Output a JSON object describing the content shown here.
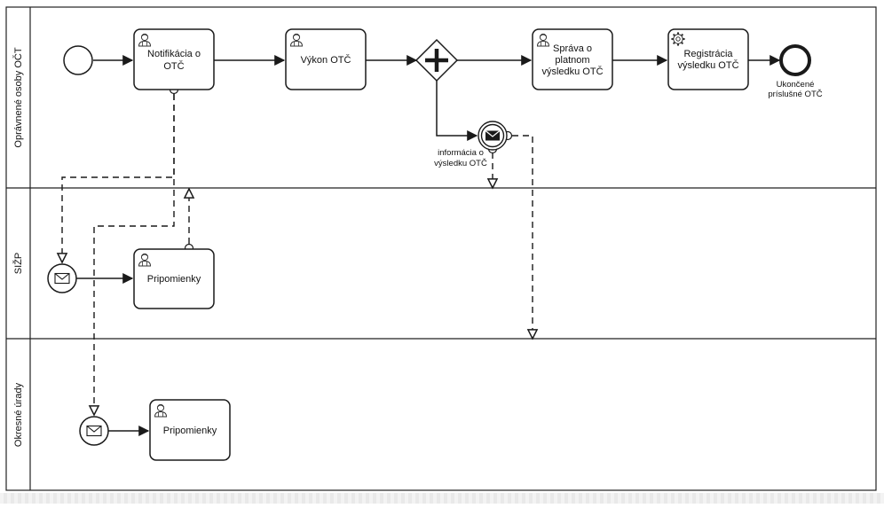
{
  "lanes": [
    {
      "key": "lane1",
      "label": "Oprávnené osoby OČT"
    },
    {
      "key": "lane2",
      "label": "SIŽP"
    },
    {
      "key": "lane3",
      "label": "Okresné úrady"
    }
  ],
  "tasks": [
    {
      "key": "notifikacia",
      "lines": [
        "Notifikácia o",
        "OTČ"
      ],
      "icon": "user-icon"
    },
    {
      "key": "vykon",
      "lines": [
        "Výkon OTČ"
      ],
      "icon": "user-icon"
    },
    {
      "key": "sprava",
      "lines": [
        "Správa o",
        "platnom",
        "výsledku OTČ"
      ],
      "icon": "user-icon"
    },
    {
      "key": "registracia",
      "lines": [
        "Registrácia",
        "výsledku OTČ"
      ],
      "icon": "gear-icon"
    },
    {
      "key": "pripomienky_sizp",
      "lines": [
        "Pripomienky"
      ],
      "icon": "user-icon"
    },
    {
      "key": "pripomienky_ou",
      "lines": [
        "Pripomienky"
      ],
      "icon": "user-icon"
    }
  ],
  "events": {
    "start": {
      "label": ""
    },
    "end": {
      "lines": [
        "Ukončené",
        "príslušné OTČ"
      ]
    },
    "intermediate_message": {
      "lines": [
        "informácia o",
        "výsledku OTČ"
      ]
    },
    "msg_start_sizp": {
      "label": ""
    },
    "msg_start_ou": {
      "label": ""
    }
  },
  "gateway": {
    "type": "parallel"
  },
  "colors": {
    "stroke": "#1a1a1a",
    "fill": "#ffffff",
    "lane_border": "#222222"
  }
}
